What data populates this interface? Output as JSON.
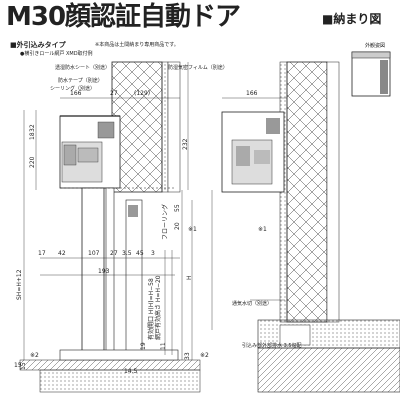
{
  "header": {
    "title": "M30顔認証自動ドア",
    "section": "■納まり図",
    "subtitle": "■外引込みタイプ",
    "note": "※本商品は土間納まり専用商品です。",
    "subnote": "●横引きロール網戸 XMD取付例",
    "exterior_label": "外観姿図"
  },
  "left_labels": {
    "transparent_sheet": "透湿防水シート（別途）",
    "waterproof_tape": "防水テープ（別途）",
    "sealing": "シーリング（別途）",
    "air_film": "防湿気密フィルム（別途）",
    "floor": "フローリング",
    "threshold": "有効開口 H(H)=H−58",
    "screen": "網戸有効高さ H=H−20"
  },
  "right_labels": {
    "ventilation": "通気水切（別途）",
    "drain": "引込み部外部排水 3.5勾配"
  },
  "dims_h": {
    "d166": "166",
    "d27": "27",
    "d129": "(129)",
    "d17": "17",
    "d42": "42",
    "d107": "107",
    "d27b": "27",
    "d35": "3.5",
    "d45": "45",
    "d3": "3",
    "d193": "193",
    "d145": "14.5",
    "d166r": "166",
    "d15": "15"
  },
  "dims_v": {
    "v32": "32",
    "v18": "18",
    "v220": "220",
    "v232": "232",
    "v55": "55",
    "v20": "20",
    "v11": "11",
    "v19": "19",
    "v33": "33",
    "v15": "15",
    "sh": "SH=H+12",
    "h": "H",
    "star1": "※1",
    "star2": "※2",
    "star1r": "※1",
    "star2r": "※2"
  }
}
